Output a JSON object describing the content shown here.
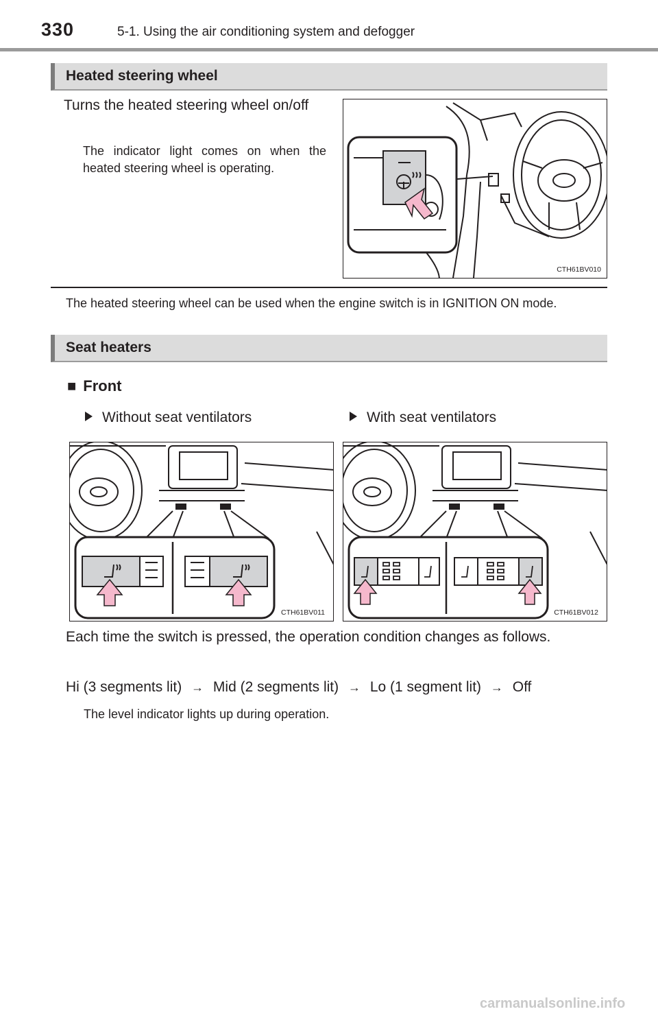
{
  "header": {
    "page_number": "330",
    "chapter_title": "5-1. Using the air conditioning system and defogger"
  },
  "section_steering": {
    "title": "Heated steering wheel",
    "instruction": "Turns the heated steering wheel on/off",
    "note": "The indicator light comes on when the heated steering wheel is operating.",
    "figure_code": "CTH61BV010",
    "condition_text": "The heated steering wheel can be used when the engine switch is in IGNITION ON mode."
  },
  "section_seat": {
    "title": "Seat heaters",
    "subheading": "Front",
    "variant_left": "Without seat ventilators",
    "variant_right": "With seat ventilators",
    "figure_left_code": "CTH61BV011",
    "figure_right_code": "CTH61BV012",
    "explanation": "Each time the switch is pressed, the operation condition changes as follows.",
    "sequence": [
      "Hi (3 segments lit)",
      "Mid (2 segments lit)",
      "Lo (1 segment lit)",
      "Off"
    ],
    "footnote": "The level indicator lights up during operation."
  },
  "colors": {
    "arrow_fill": "#f5b8cc",
    "bar_bg": "#dcdcdc",
    "bar_accent": "#7c7c7c"
  },
  "icons": [
    "bullet-square-icon",
    "triangle-bullet-icon",
    "arrow-right-icon",
    "heated-seat-icon",
    "heated-steering-icon"
  ],
  "watermark": "carmanualsonline.info"
}
